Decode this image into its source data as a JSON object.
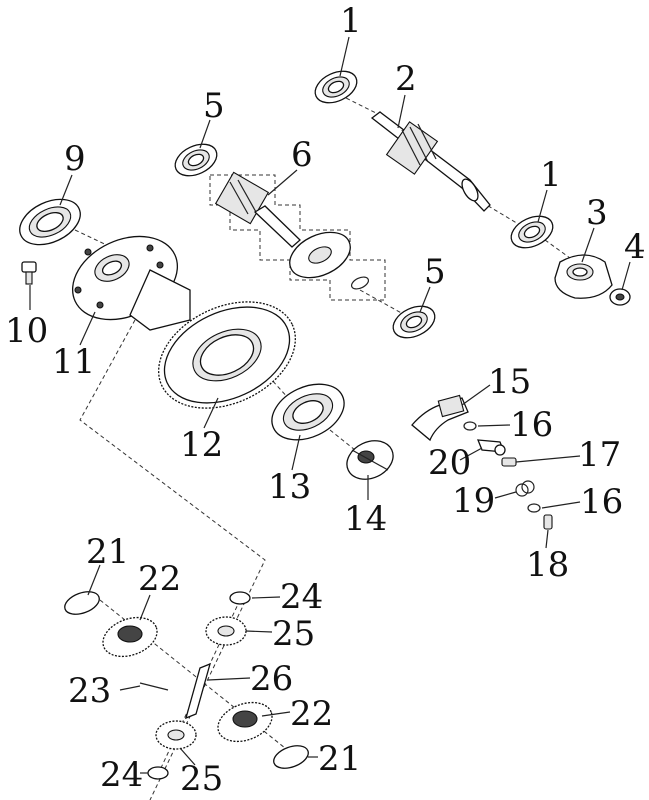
{
  "diagram": {
    "callouts": [
      {
        "id": "c1a",
        "text": "1"
      },
      {
        "id": "c2",
        "text": "2"
      },
      {
        "id": "c1b",
        "text": "1"
      },
      {
        "id": "c3",
        "text": "3"
      },
      {
        "id": "c4",
        "text": "4"
      },
      {
        "id": "c5a",
        "text": "5"
      },
      {
        "id": "c6",
        "text": "6"
      },
      {
        "id": "c5b",
        "text": "5"
      },
      {
        "id": "c9",
        "text": "9"
      },
      {
        "id": "c10",
        "text": "10"
      },
      {
        "id": "c11",
        "text": "11"
      },
      {
        "id": "c12",
        "text": "12"
      },
      {
        "id": "c13",
        "text": "13"
      },
      {
        "id": "c14",
        "text": "14"
      },
      {
        "id": "c15",
        "text": "15"
      },
      {
        "id": "c16a",
        "text": "16"
      },
      {
        "id": "c20",
        "text": "20"
      },
      {
        "id": "c17",
        "text": "17"
      },
      {
        "id": "c19",
        "text": "19"
      },
      {
        "id": "c16b",
        "text": "16"
      },
      {
        "id": "c18",
        "text": "18"
      },
      {
        "id": "c21a",
        "text": "21"
      },
      {
        "id": "c22a",
        "text": "22"
      },
      {
        "id": "c24a",
        "text": "24"
      },
      {
        "id": "c25a",
        "text": "25"
      },
      {
        "id": "c23",
        "text": "23"
      },
      {
        "id": "c26",
        "text": "26"
      },
      {
        "id": "c22b",
        "text": "22"
      },
      {
        "id": "c24b",
        "text": "24"
      },
      {
        "id": "c25b",
        "text": "25"
      },
      {
        "id": "c21b",
        "text": "21"
      }
    ]
  }
}
